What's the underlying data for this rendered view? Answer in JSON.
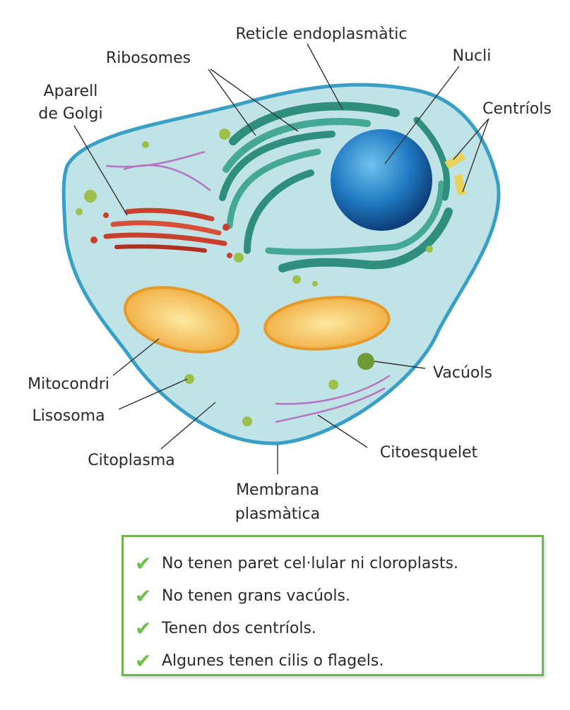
{
  "diagram": {
    "labels": {
      "reticle": "Reticle endoplasmàtic",
      "ribosomes": "Ribosomes",
      "nucli": "Nucli",
      "centriols": "Centríols",
      "golgi_1": "Aparell",
      "golgi_2": "de Golgi",
      "mitocondri": "Mitocondri",
      "lisosoma": "Lisosoma",
      "citoplasma": "Citoplasma",
      "membrana_1": "Membrana",
      "membrana_2": "plasmàtica",
      "citoesquelet": "Citoesquelet",
      "vacuols": "Vacúols"
    },
    "colors": {
      "cytoplasm": "#bfe3e6",
      "membrane": "#3a9fc4",
      "er": "#3c9e8a",
      "nucleus": "#1f6fb8",
      "golgi": "#c9402c",
      "mitochondria": "#f2b84a",
      "vesicle": "#9cc04a",
      "cytoskeleton": "#b774c0"
    }
  },
  "summary": {
    "check_icon": "check-mark-icon",
    "items": [
      "No tenen paret cel·lular ni cloroplasts.",
      "No tenen grans vacúols.",
      "Tenen dos centríols.",
      "Algunes tenen cilis o flagels."
    ]
  }
}
